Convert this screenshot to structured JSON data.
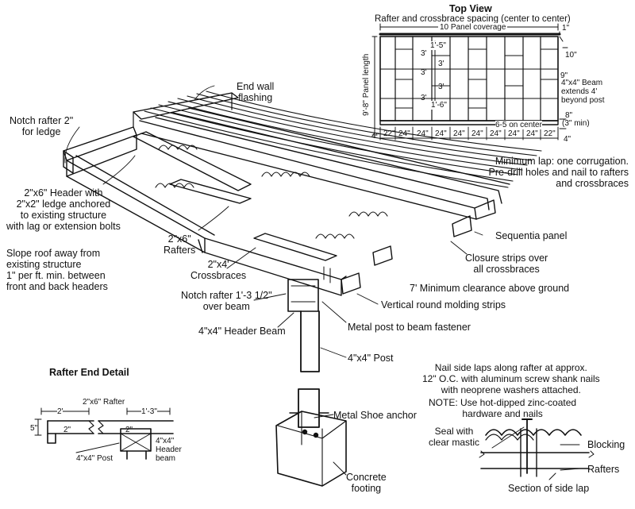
{
  "top_view": {
    "title": "Top View",
    "subtitle": "Rafter and crossbrace spacing (center to center)",
    "panel_coverage": "10 Panel coverage",
    "dim_1in": "1\"",
    "dim_10in": "10\"",
    "dim_9in": "9\"",
    "panel_length": "9'-8\" Panel length",
    "dim_1_5": "1'-5\"",
    "dim_1_6": "1'-6\"",
    "dim_3ft": "3'",
    "dim_4in": "4\"",
    "dim_8in": "8\"",
    "dim_3min": "(3\" min)",
    "oc": "6-5 on center",
    "beam_note": "4\"x4\" Beam\nextends 4'\nbeyond post",
    "spacing": [
      "22\"",
      "24\"",
      "24\"",
      "24\"",
      "24\"",
      "24\"",
      "24\"",
      "24\"",
      "24\"",
      "22\""
    ]
  },
  "labels": {
    "end_wall_flashing": "End wall\nflashing",
    "notch_rafter_ledge": "Notch rafter 2\"\nfor ledge",
    "header_ledge": "2\"x6\" Header with\n2\"x2\" ledge anchored\nto existing structure\nwith lag or extension bolts",
    "min_lap": "Minimum lap: one corrugation.\nPre-drill holes and nail to rafters\nand crossbraces",
    "rafters": "2\"x6\"\nRafters",
    "sequentia_panel": "Sequentia panel",
    "slope_roof": "Slope roof away from\nexisting structure\n1\" per ft. min. between\nfront and back headers",
    "crossbraces": "2\"x4'\nCrossbraces",
    "closure_strips": "Closure strips over\nall crossbraces",
    "min_clearance": "7' Minimum clearance above ground",
    "notch_rafter_beam": "Notch rafter 1'-3 1/2\"\nover beam",
    "vertical_molding": "Vertical round molding strips",
    "header_beam": "4\"x4\" Header Beam",
    "post_fastener": "Metal post to beam fastener",
    "post": "4\"x4\" Post",
    "nail_side_laps": "Nail side laps along rafter at approx.\n12\" O.C. with aluminum screw shank nails\nwith neoprene washers attached.",
    "note_galvanized": "NOTE: Use hot-dipped zinc-coated\nhardware and nails",
    "seal_mastic": "Seal with\nclear mastic",
    "blocking": "Blocking",
    "rafters_side": "Rafters",
    "section_side_lap": "Section of side lap",
    "metal_shoe": "Metal Shoe anchor",
    "concrete_footing": "Concrete\nfooting"
  },
  "rafter_detail": {
    "title": "Rafter End Detail",
    "rafter_2x6": "2\"x6\" Rafter",
    "dim_2ft": "2'",
    "dim_1_3": "1'-3\"",
    "dim_5in": "5\"",
    "dim_2in_a": "2\"",
    "dim_2in_b": "2\"",
    "header_beam": "4\"x4\"\nHeader\nbeam",
    "post": "4\"x4\" Post"
  }
}
